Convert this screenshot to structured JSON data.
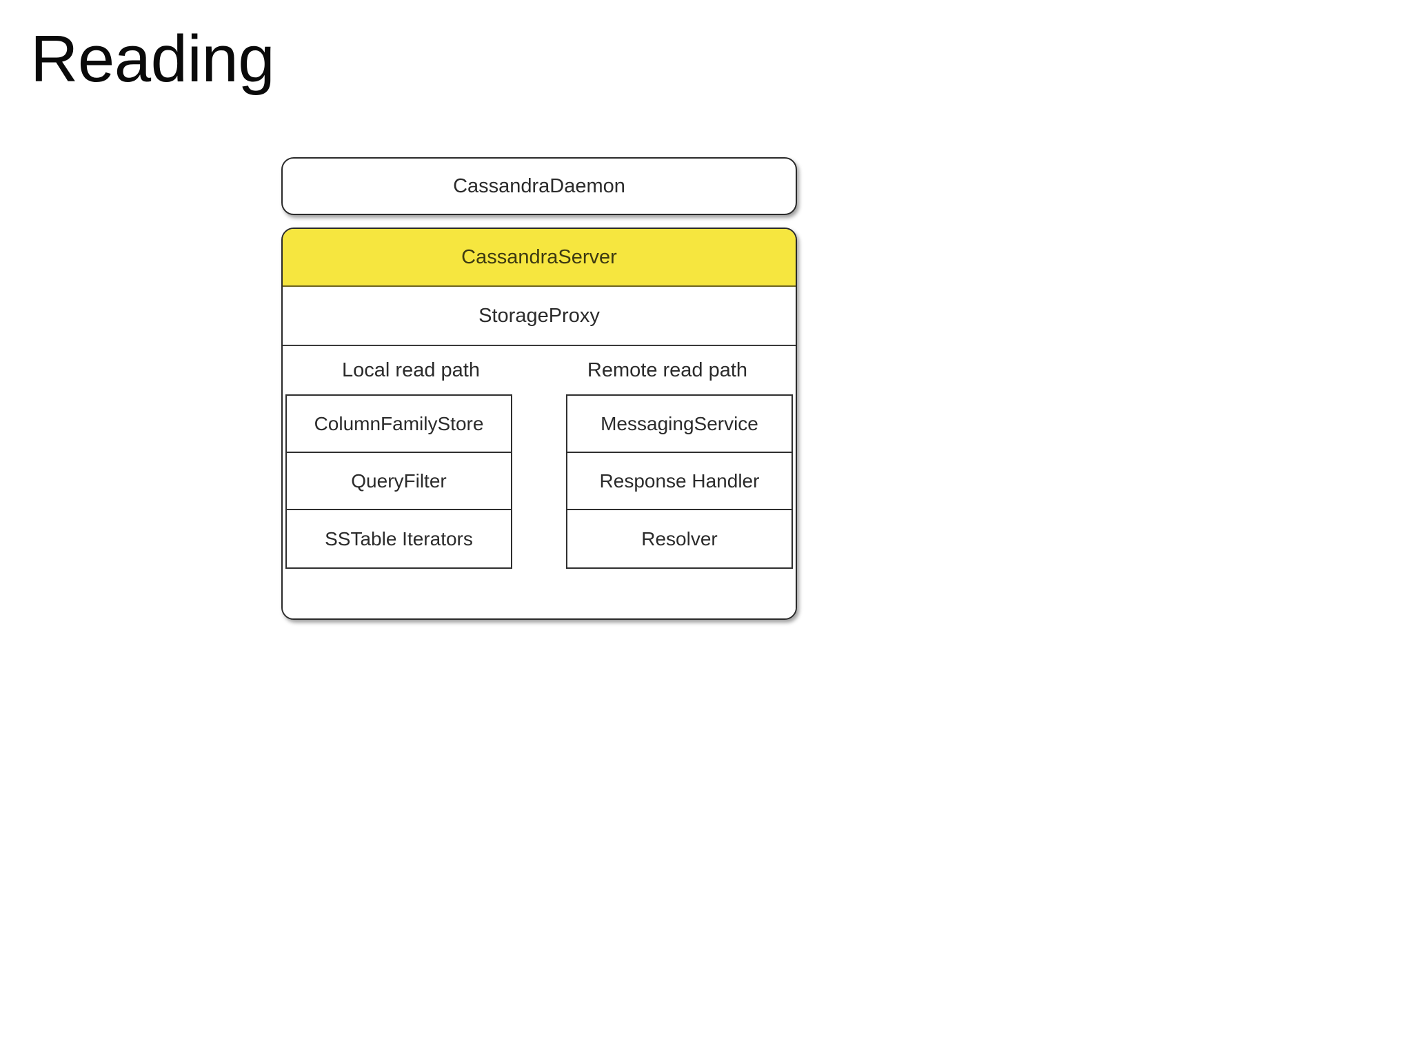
{
  "slide": {
    "title": "Reading"
  },
  "diagram": {
    "daemon": {
      "label": "CassandraDaemon"
    },
    "server": {
      "header_label": "CassandraServer",
      "header_color": "#F6E63F",
      "proxy_label": "StorageProxy",
      "paths": [
        {
          "header": "Local read path",
          "items": [
            "ColumnFamilyStore",
            "QueryFilter",
            "SSTable Iterators"
          ]
        },
        {
          "header": "Remote read path",
          "items": [
            "MessagingService",
            "Response Handler",
            "Resolver"
          ]
        }
      ]
    }
  }
}
